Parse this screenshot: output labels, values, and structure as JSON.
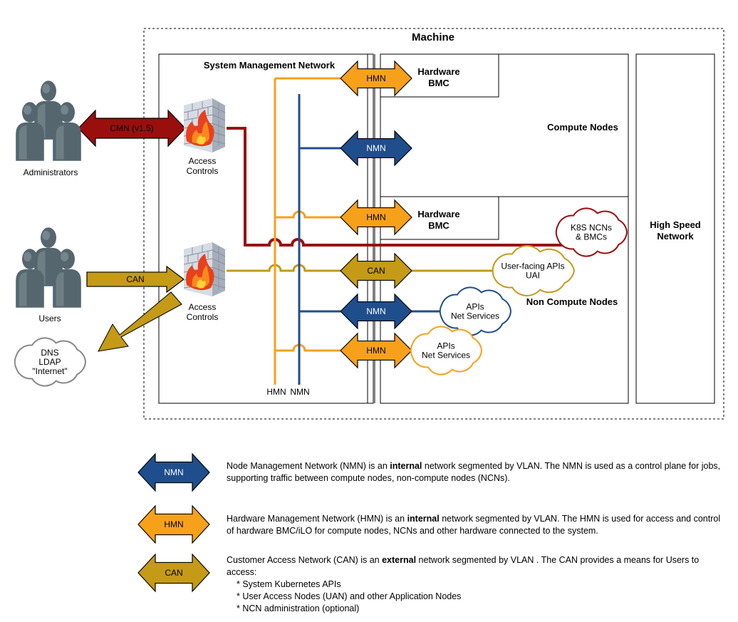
{
  "machine": {
    "title": "Machine"
  },
  "smn": {
    "title": "System Management Network",
    "bottom_labels": [
      "HMN",
      "NMN"
    ]
  },
  "boxes": {
    "hw_bmc_1": [
      "Hardware",
      "BMC"
    ],
    "hw_bmc_2": [
      "Hardware",
      "BMC"
    ],
    "compute_nodes": "Compute Nodes",
    "non_compute_nodes": "Non Compute Nodes",
    "high_speed": [
      "High Speed",
      "Network"
    ]
  },
  "actors": {
    "administrators": "Administrators",
    "users": "Users",
    "access_controls_1": [
      "Access",
      "Controls"
    ],
    "access_controls_2": [
      "Access",
      "Controls"
    ]
  },
  "arrows": {
    "cmn": "CMN (v1.5)",
    "can_users": "CAN",
    "hmn_1": "HMN",
    "nmn_1": "NMN",
    "hmn_2": "HMN",
    "can_ncn": "CAN",
    "nmn_2": "NMN",
    "hmn_3": "HMN"
  },
  "clouds": {
    "dns": [
      "DNS",
      "LDAP",
      "\"Internet\""
    ],
    "k8s": [
      "K8S NCNs",
      "& BMCs"
    ],
    "user_apis": [
      "User-facing APIs",
      "UAI"
    ],
    "apis_nmn": [
      "APIs",
      "Net Services"
    ],
    "apis_hmn": [
      "APIs",
      "Net Services"
    ]
  },
  "colors": {
    "nmn": "#1f4e8c",
    "hmn": "#f7a11a",
    "can": "#c49a16",
    "cmn": "#9b0e0e"
  },
  "legend": {
    "nmn": {
      "label": "NMN",
      "pre": "Node Management Network (NMN) is an ",
      "bold": "internal",
      "post": " network segmented by VLAN.  The NMN is used as a control plane for jobs, supporting traffic between compute nodes, non-compute nodes (NCNs)."
    },
    "hmn": {
      "label": "HMN",
      "pre": "Hardware Management Network (HMN) is an ",
      "bold": "internal",
      "post": " network segmented by VLAN.  The HMN is used for access and control of hardware BMC/iLO for compute nodes, NCNs and other hardware connected to the system."
    },
    "can": {
      "label": "CAN",
      "pre": "Customer Access Network (CAN) is an ",
      "bold": "external",
      "post": " network segmented by VLAN .  The CAN provides a means for Users to access:",
      "bullets": [
        "* System Kubernetes APIs",
        "* User Access Nodes (UAN) and other Application Nodes",
        "* NCN administration (optional)"
      ]
    }
  }
}
